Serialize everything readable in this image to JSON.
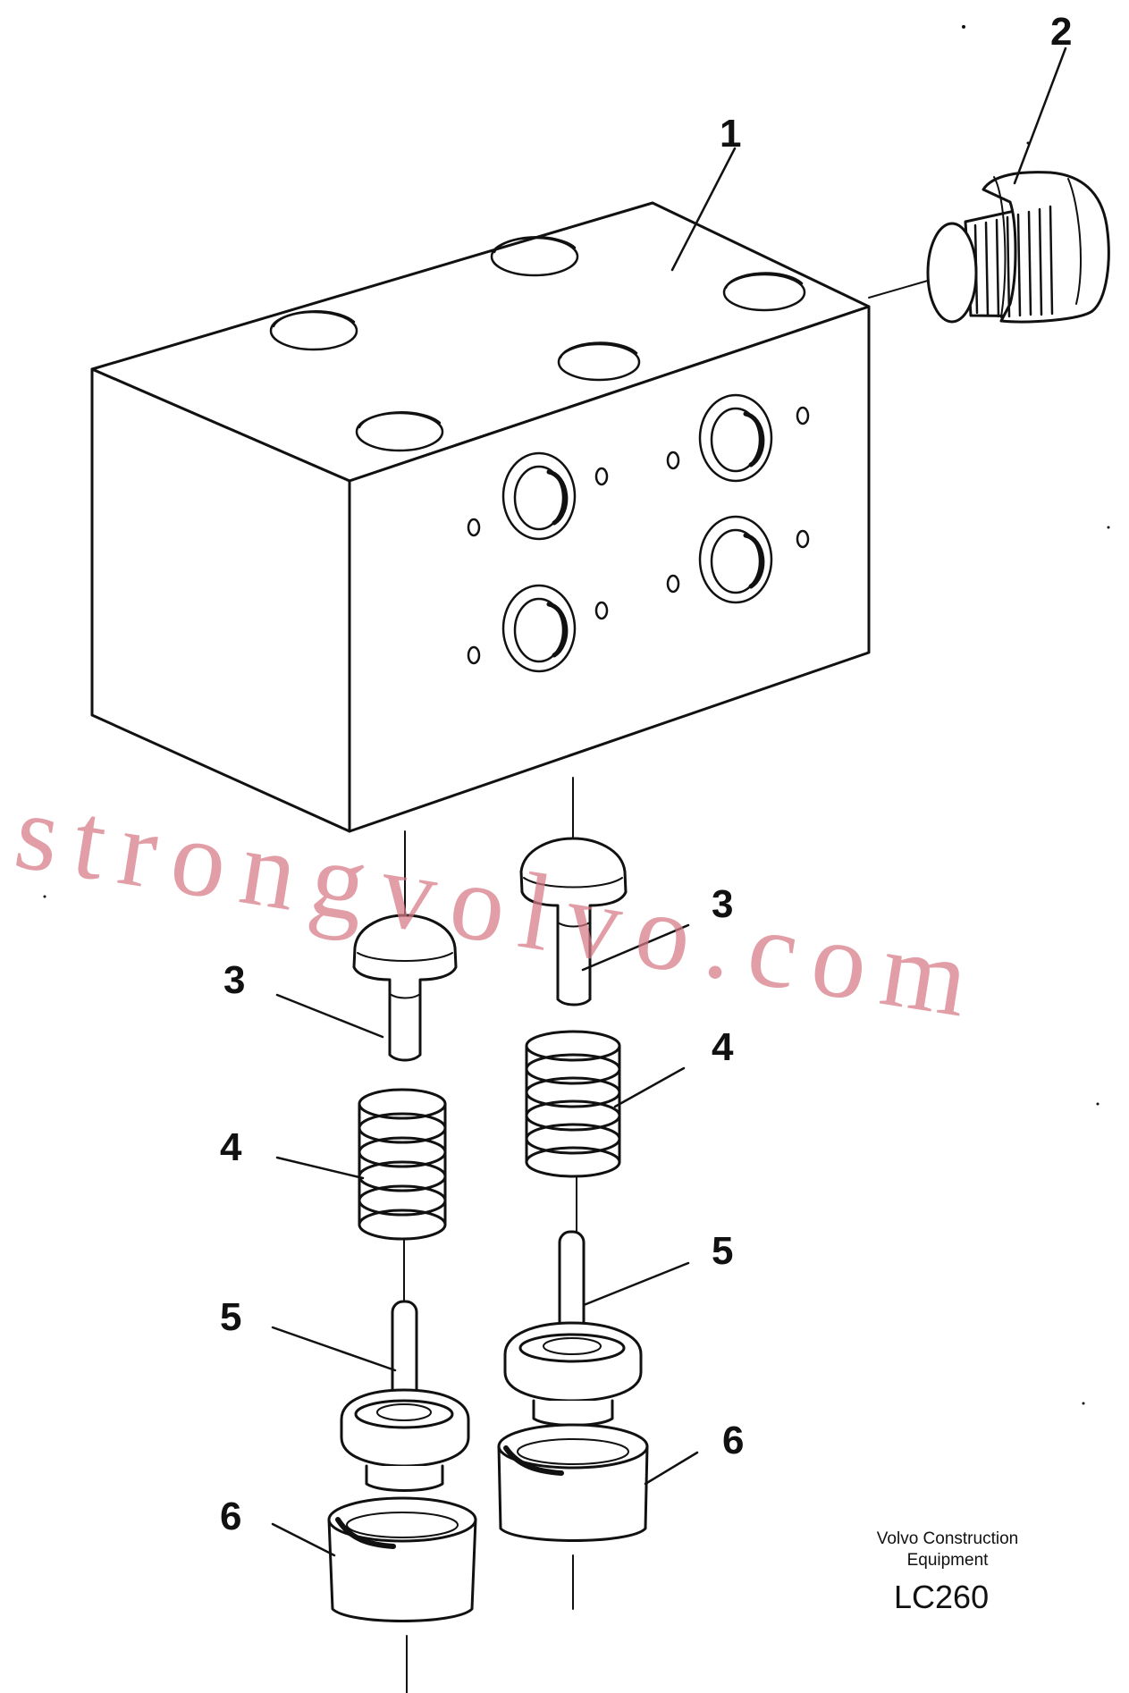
{
  "callouts": {
    "c1": "1",
    "c2": "2",
    "c3_left": "3",
    "c3_right": "3",
    "c4_left": "4",
    "c4_right": "4",
    "c5_left": "5",
    "c5_right": "5",
    "c6_left": "6",
    "c6_right": "6"
  },
  "watermark": "strongvolvo.com",
  "publisher": {
    "line1": "Volvo Construction",
    "line2": "Equipment"
  },
  "drawing_code": "LC260",
  "colors": {
    "ink": "#111111",
    "watermark": "#d77a84",
    "background": "#ffffff"
  }
}
